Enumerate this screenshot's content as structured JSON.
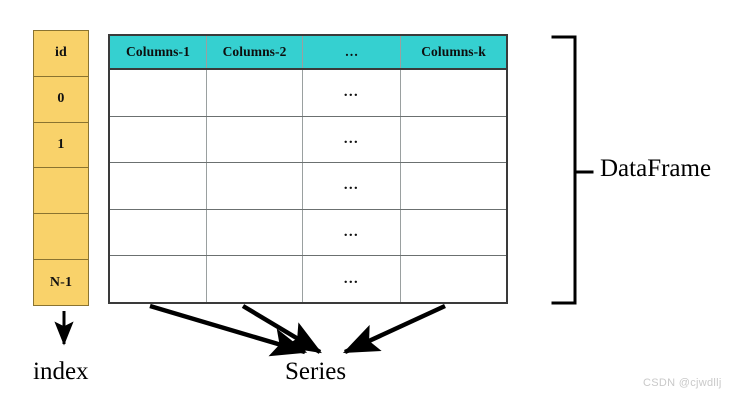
{
  "diagram": {
    "title_labels": {
      "dataframe": "DataFrame",
      "index": "index",
      "series": "Series"
    },
    "index_column": {
      "name": "index-column",
      "cells": [
        "id",
        "0",
        "1",
        "",
        "",
        "N-1"
      ],
      "fill_color": "#f9d26a",
      "border_color": "#8a7330"
    },
    "table": {
      "name": "dataframe-table",
      "header_fill": "#35d0d0",
      "border_color": "#3a3a3a",
      "columns": [
        "Columns-1",
        "Columns-2",
        "…",
        "Columns-k"
      ],
      "rows": [
        [
          "",
          "",
          "…",
          ""
        ],
        [
          "",
          "",
          "…",
          ""
        ],
        [
          "",
          "",
          "…",
          ""
        ],
        [
          "",
          "",
          "…",
          ""
        ],
        [
          "",
          "",
          "…",
          ""
        ]
      ]
    },
    "bracket": {
      "name": "dataframe-bracket",
      "orientation": "right",
      "label": "DataFrame"
    },
    "arrows": [
      {
        "name": "index-arrow",
        "from": "index-column",
        "to": "index"
      },
      {
        "name": "series-arrow-1",
        "from": "column-1",
        "to": "series"
      },
      {
        "name": "series-arrow-2",
        "from": "column-2",
        "to": "series"
      },
      {
        "name": "series-arrow-3",
        "from": "column-k",
        "to": "series"
      }
    ],
    "watermark": "CSDN @cjwdllj"
  }
}
